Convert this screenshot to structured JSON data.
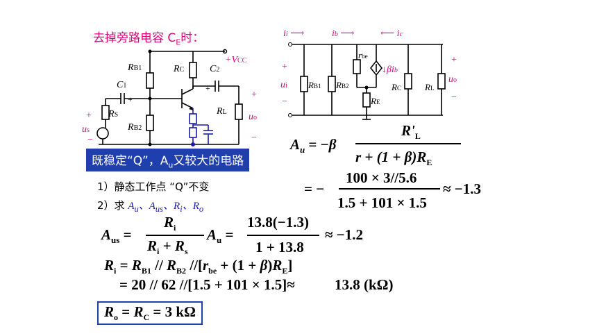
{
  "heading": "去掉旁路电容 C",
  "heading_sub": "E",
  "heading_tail": "时：",
  "circuit_left": {
    "vcc": "+V",
    "vcc_sub": "CC",
    "labels": {
      "RB1": "R",
      "RB1s": "B1",
      "RC": "R",
      "RCs": "C",
      "RB2": "R",
      "RB2s": "B2",
      "RS": "R",
      "RSs": "S",
      "RL": "R",
      "RLs": "L",
      "C1": "C",
      "C1s": "1",
      "C2": "C",
      "C2s": "2",
      "us": "u",
      "uss": "s",
      "uo": "u",
      "uos": "o"
    }
  },
  "circuit_right": {
    "ii": "i",
    "iis": "i",
    "ib": "i",
    "ibs": "b",
    "ic": "i",
    "ics": "c",
    "rbe": "r",
    "rbes": "be",
    "beta": "βi",
    "betas": "b",
    "ui": "u",
    "uis": "i",
    "uo": "u",
    "uos": "o"
  },
  "banner": "既稳定“Q”，A",
  "banner_sub": "u",
  "banner_tail": "又较大的电路",
  "item1": "1）静态工作点 “Q”不变",
  "item2_prefix": "2）求",
  "item2_list": "A、A、R、R",
  "formulas": {
    "au_lhs": "A",
    "au_num": "R'",
    "au_den": "r   + (1 + β)R",
    "au_num2": "100 × 3//5.6",
    "au_den2": "1.5 + 101 × 1.5",
    "au_result": "≈ −1.3",
    "aus_num1": "R",
    "aus_den1": "R  + R",
    "aus_num2": "13.8(−1.3)",
    "aus_den2": "1 + 13.8",
    "aus_result": "≈ −1.2",
    "ri_line1": "// R   //[r   + (1 + β)R  ]",
    "ri_line2": "= 20 // 62 //[1.5 + 101 × 1.5]≈",
    "ri_value": "13.8 (kΩ)",
    "ro": "= R = 3 kΩ"
  }
}
